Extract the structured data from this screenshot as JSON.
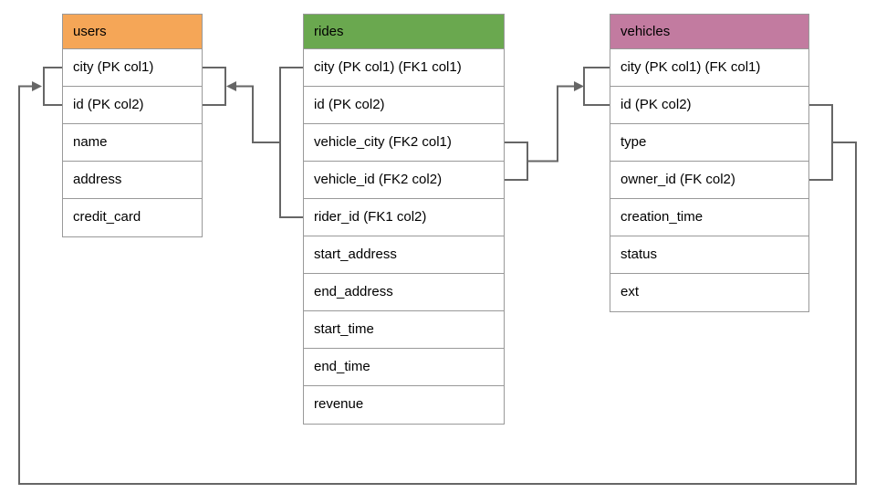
{
  "tables": [
    {
      "name": "users",
      "header_color": "#F5A657",
      "columns": [
        "city (PK col1)",
        "id (PK col2)",
        "name",
        "address",
        "credit_card"
      ]
    },
    {
      "name": "rides",
      "header_color": "#6AA84F",
      "columns": [
        "city (PK col1) (FK1 col1)",
        "id (PK col2)",
        "vehicle_city (FK2 col1)",
        "vehicle_id (FK2 col2)",
        "rider_id (FK1 col2)",
        "start_address",
        "end_address",
        "start_time",
        "end_time",
        "revenue"
      ]
    },
    {
      "name": "vehicles",
      "header_color": "#C27BA0",
      "columns": [
        "city (PK col1) (FK col1)",
        "id (PK col2)",
        "type",
        "owner_id (FK col2)",
        "creation_time",
        "status",
        "ext"
      ]
    }
  ],
  "relationships": [
    {
      "label": "FK1",
      "source": "rides",
      "target": "users"
    },
    {
      "label": "FK2",
      "source": "rides",
      "target": "vehicles"
    },
    {
      "label": "FK",
      "source": "vehicles",
      "target": "users"
    }
  ],
  "colors": {
    "connector": "#666666",
    "table_border": "#999999",
    "text": "#000000",
    "background": "#FFFFFF"
  }
}
